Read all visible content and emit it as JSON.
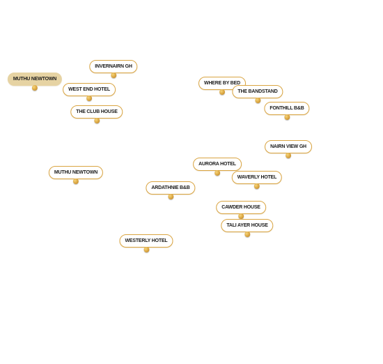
{
  "colors": {
    "marker_border": "#d9a441",
    "marker_fill": "#ffffff",
    "selected_fill": "#e6d3a3",
    "pin": "#d9a441",
    "text": "#1a1a1a"
  },
  "markers": [
    {
      "label": "MUTHU NEWTOWN",
      "selected": true
    },
    {
      "label": "INVERNAIRN GH",
      "selected": false
    },
    {
      "label": "WEST END HOTEL",
      "selected": false
    },
    {
      "label": "THE CLUB HOUSE",
      "selected": false
    },
    {
      "label": "WHERE BY BED",
      "selected": false
    },
    {
      "label": "THE BANDSTAND",
      "selected": false
    },
    {
      "label": "FONTHILL B&B",
      "selected": false
    },
    {
      "label": "NAIRN VIEW GH",
      "selected": false
    },
    {
      "label": "MUTHU NEWTOWN",
      "selected": false
    },
    {
      "label": "AURORA HOTEL",
      "selected": false
    },
    {
      "label": "WAVERLY HOTEL",
      "selected": false
    },
    {
      "label": "ARDATHNIE B&B",
      "selected": false
    },
    {
      "label": "CAWDER HOUSE",
      "selected": false
    },
    {
      "label": "TALI AYER HOUSE",
      "selected": false
    },
    {
      "label": "WESTERLY HOTEL",
      "selected": false
    }
  ]
}
